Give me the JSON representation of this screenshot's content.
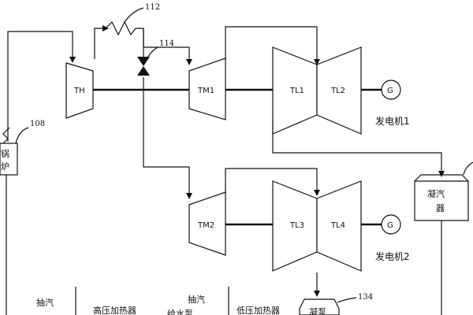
{
  "components": {
    "th": "TH",
    "tm1": "TM1",
    "tm2": "TM2",
    "tl1": "TL1",
    "tl2": "TL2",
    "tl3": "TL3",
    "tl4": "TL4",
    "gen_symbol_1": "G",
    "gen_symbol_2": "G"
  },
  "captions": {
    "generator_1": "发电机1",
    "generator_2": "发电机2",
    "boiler_line1": "锅",
    "boiler_line2": "炉",
    "condenser_line1": "凝汽",
    "condenser_line2": "器",
    "pump_partial": "凝泵"
  },
  "refs": {
    "reheater": "112",
    "valve": "114",
    "boiler": "108",
    "pump": "134"
  },
  "table": {
    "col1": "抽汽",
    "col2": "高压加热器",
    "col3": "抽汽",
    "col3_sub": "给水泵",
    "col4": "低压加热器"
  }
}
